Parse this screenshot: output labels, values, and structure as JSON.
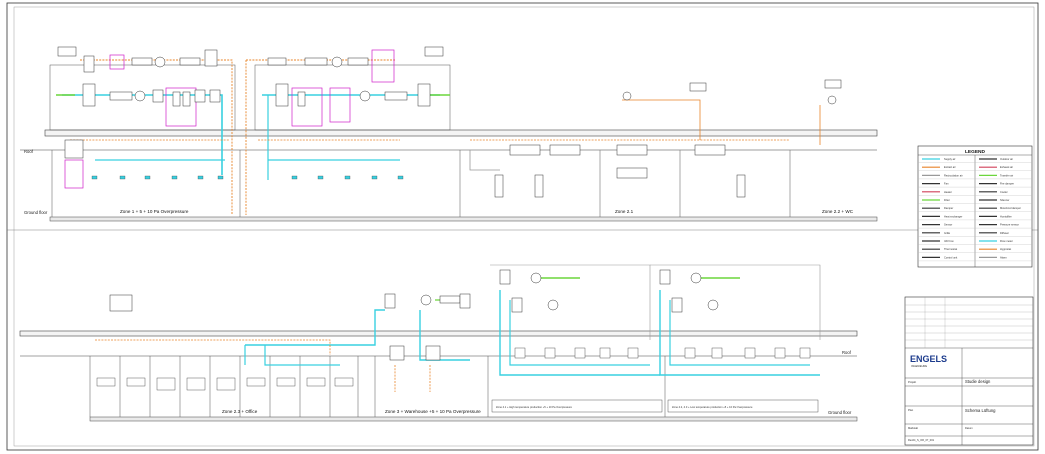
{
  "labels": {
    "roof_top": "Roof",
    "roof_bottom": "Roof",
    "ground_top": "Ground floor",
    "ground_bottom_right": "Ground floor"
  },
  "zones_top": [
    {
      "id": "z1",
      "text": "Zone 1    + 5 + 10 Pa Overpressure"
    },
    {
      "id": "z21",
      "text": "Zone 2.1"
    },
    {
      "id": "z22",
      "text": "Zone 2.2 + WC"
    }
  ],
  "zones_bottom": [
    {
      "id": "z23",
      "text": "Zone 2.3 + Office"
    },
    {
      "id": "z3",
      "text": "Zone 3 + Warehouse +5 + 10 Pa Overpressure"
    },
    {
      "id": "z41",
      "text": "Zone 4.1 + High temperature production +5 + 10 Pa Overpressure"
    },
    {
      "id": "z42",
      "text": "Zone 4.2, 4.3 + Low temperature production +5 + 10 Pa Overpressure"
    }
  ],
  "legend": {
    "title": "LEGEND",
    "rows": [
      {
        "left": "Supply air",
        "right": "Outdoor air"
      },
      {
        "left": "Extract air",
        "right": "Exhaust air"
      },
      {
        "left": "Recirculation air",
        "right": "Transfer air"
      },
      {
        "left": "Fan",
        "right": "Fire damper"
      },
      {
        "left": "Heater",
        "right": "Cooler"
      },
      {
        "left": "Filter",
        "right": "Silencer"
      },
      {
        "left": "Damper",
        "right": "Motorized damper"
      },
      {
        "left": "Heat exchanger",
        "right": "Humidifier"
      },
      {
        "left": "Sensor",
        "right": "Pressure sensor"
      },
      {
        "left": "Grille",
        "right": "Diffuser"
      },
      {
        "left": "VAV box",
        "right": "Flow meter"
      },
      {
        "left": "Thermostat",
        "right": "Hygrostat"
      },
      {
        "left": "Control unit",
        "right": "Alarm"
      }
    ]
  },
  "title_block": {
    "company": "ENGELS",
    "company_sub": "INGENIEURE",
    "project_label": "Projekt",
    "project": "Studie design",
    "drawing_label": "Plan",
    "drawing": "Schema Lüftung",
    "scale_label": "Maßstab",
    "date_label": "Datum",
    "drawing_no": "Rev04_S_OR_07_001"
  }
}
